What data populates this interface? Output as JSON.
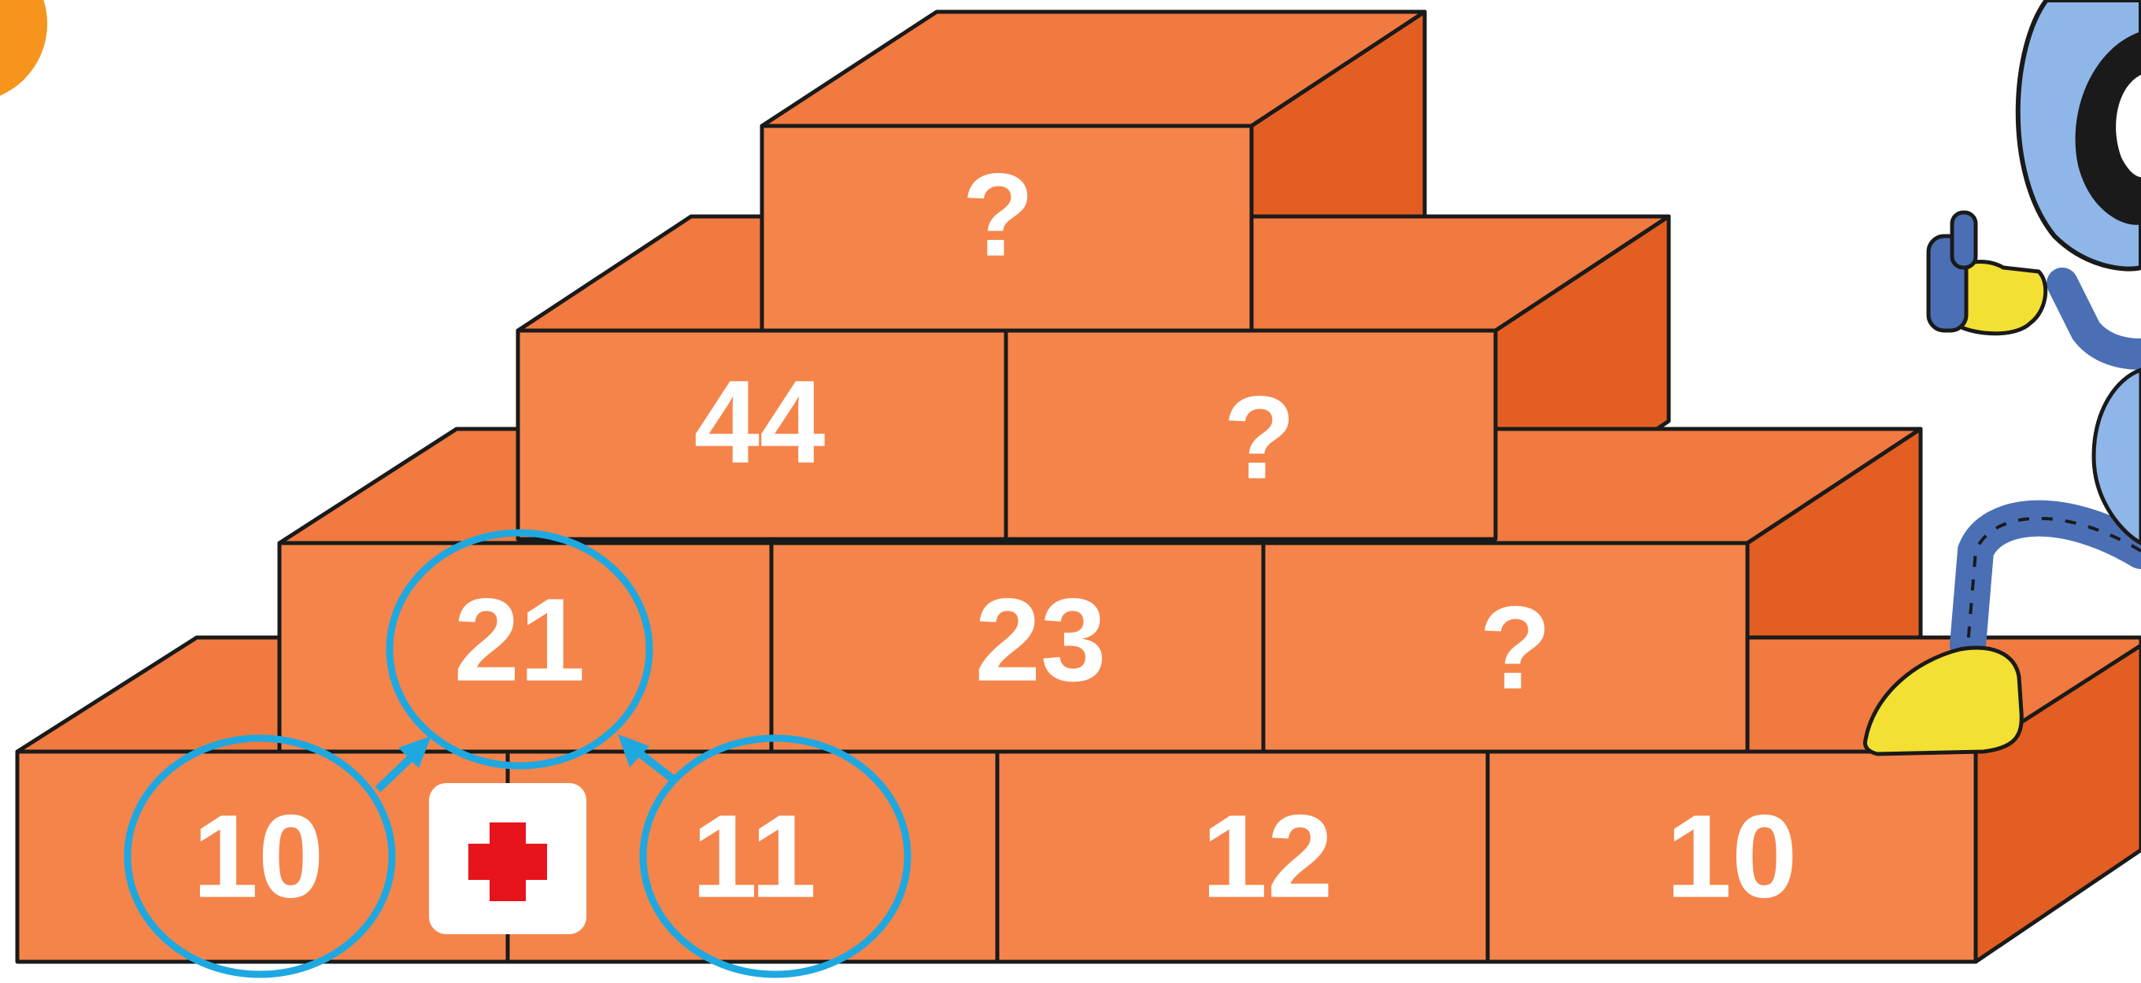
{
  "pyramid": {
    "row4": [
      "?"
    ],
    "row3": [
      "44",
      "?"
    ],
    "row2": [
      "21",
      "23",
      "?"
    ],
    "row1": [
      "10",
      "11",
      "12",
      "10"
    ]
  },
  "operator": {
    "icon": "plus-icon",
    "color": "#E8141C"
  },
  "colors": {
    "brick": "#F5844A",
    "highlight": "#1FA8E0",
    "accent_orange": "#F7941D"
  }
}
